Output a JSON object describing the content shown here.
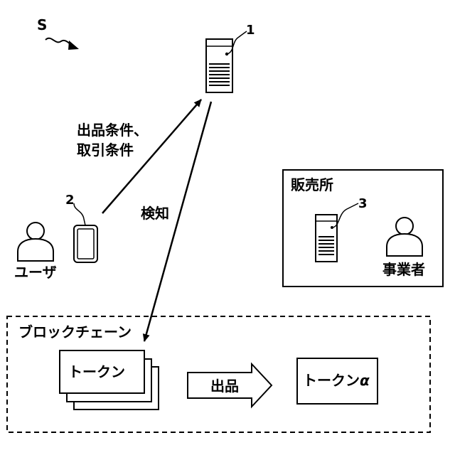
{
  "system_label": "S",
  "server_main": {
    "ref": "1"
  },
  "user_terminal": {
    "ref": "2"
  },
  "user": {
    "label": "ユーザ"
  },
  "arrow_labels": {
    "conditions_line1": "出品条件、",
    "conditions_line2": "取引条件",
    "detect": "検知"
  },
  "store": {
    "title": "販売所",
    "server_ref": "3",
    "operator_label": "事業者"
  },
  "blockchain": {
    "title": "ブロックチェーン",
    "token_label": "トークン",
    "listing_label": "出品",
    "token_alpha_label": "トークン",
    "alpha_symbol": "α"
  }
}
